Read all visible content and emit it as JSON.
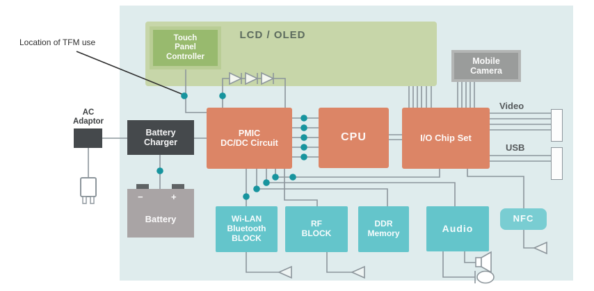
{
  "annotation": {
    "tfm_label": "Location of TFM use"
  },
  "display_panel": {
    "label": "LCD / OLED"
  },
  "blocks": {
    "touch_panel_controller": "Touch\nPanel\nController",
    "mobile_camera": "Mobile\nCamera",
    "pmic": "PMIC\nDC/DC Circuit",
    "cpu": "CPU",
    "io_chip_set": "I/O Chip Set",
    "battery_charger": "Battery\nCharger",
    "battery": "Battery",
    "battery_minus": "−",
    "battery_plus": "+",
    "wilan": "Wi-LAN\nBluetooth\nBLOCK",
    "rf_block": "RF\nBLOCK",
    "ddr_memory": "DDR\nMemory",
    "audio": "Audio",
    "nfc": "NFC"
  },
  "labels": {
    "ac_adaptor": "AC\nAdaptor",
    "video": "Video",
    "usb": "USB"
  },
  "colors": {
    "panel_bg": "#dfeced",
    "lcd_green": "#c7d6a9",
    "controller_green": "#98ba6e",
    "block_orange": "#dc8566",
    "block_teal": "#64c5cb",
    "dark_gray": "#45494c",
    "battery_gray": "#a9a4a5",
    "camera_gray": "#9a9c9b",
    "wire_gray": "#8c959b",
    "junction_teal": "#17949e"
  }
}
